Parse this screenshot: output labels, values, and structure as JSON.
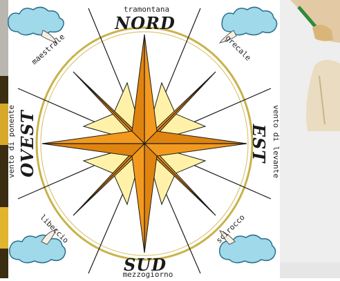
{
  "cardinals": {
    "north": "NORD",
    "south": "SUD",
    "east": "EST",
    "west": "OVEST"
  },
  "winds": {
    "north": "tramontana",
    "south": "mezzogiorno",
    "east": "vento di levante",
    "west": "vento di ponente",
    "northeast": "grecale",
    "northwest": "maestrale",
    "southeast": "scirocco",
    "southwest": "libeccio"
  },
  "colors": {
    "star_main": "#f39a1e",
    "star_minor": "#fff2a8",
    "ring": "#c9b24a",
    "outline": "#1a1a1a",
    "cloud": "#9fd9ea"
  },
  "decorations": {
    "clouds": [
      "cloud-icon",
      "cloud-icon",
      "cloud-icon",
      "cloud-icon"
    ]
  }
}
